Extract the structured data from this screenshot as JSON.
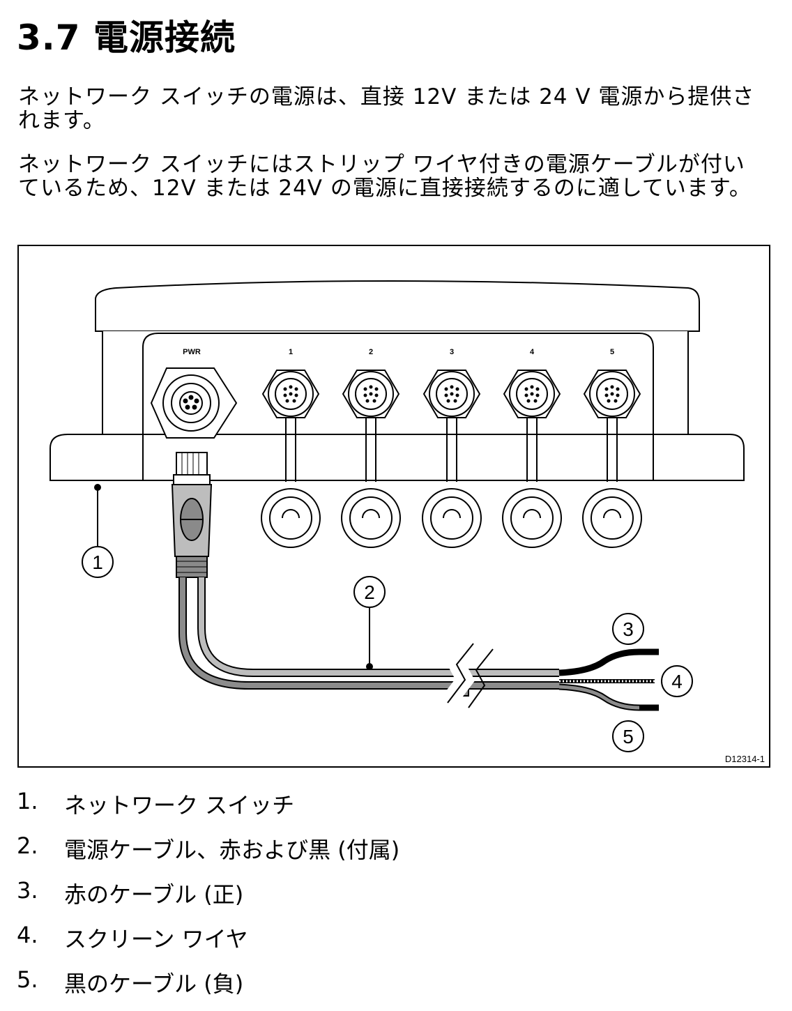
{
  "heading": "3.7 電源接続",
  "paragraphs": [
    "ネットワーク スイッチの電源は、直接 12V または 24 V 電源から提供されます。",
    "ネットワーク スイッチにはストリップ ワイヤ付きの電源ケーブルが付いているため、12V または 24V の電源に直接接続するのに適しています。"
  ],
  "figure": {
    "port_labels": [
      "PWR",
      "1",
      "2",
      "3",
      "4",
      "5"
    ],
    "callouts": [
      "1",
      "2",
      "3",
      "4",
      "5"
    ],
    "drawing_id": "D12314-1"
  },
  "legend": [
    {
      "num": "1.",
      "text": "ネットワーク スイッチ"
    },
    {
      "num": "2.",
      "text": "電源ケーブル、赤および黒 (付属)"
    },
    {
      "num": "3.",
      "text": "赤のケーブル (正)"
    },
    {
      "num": "4.",
      "text": "スクリーン ワイヤ"
    },
    {
      "num": "5.",
      "text": "黒のケーブル (負)"
    }
  ]
}
